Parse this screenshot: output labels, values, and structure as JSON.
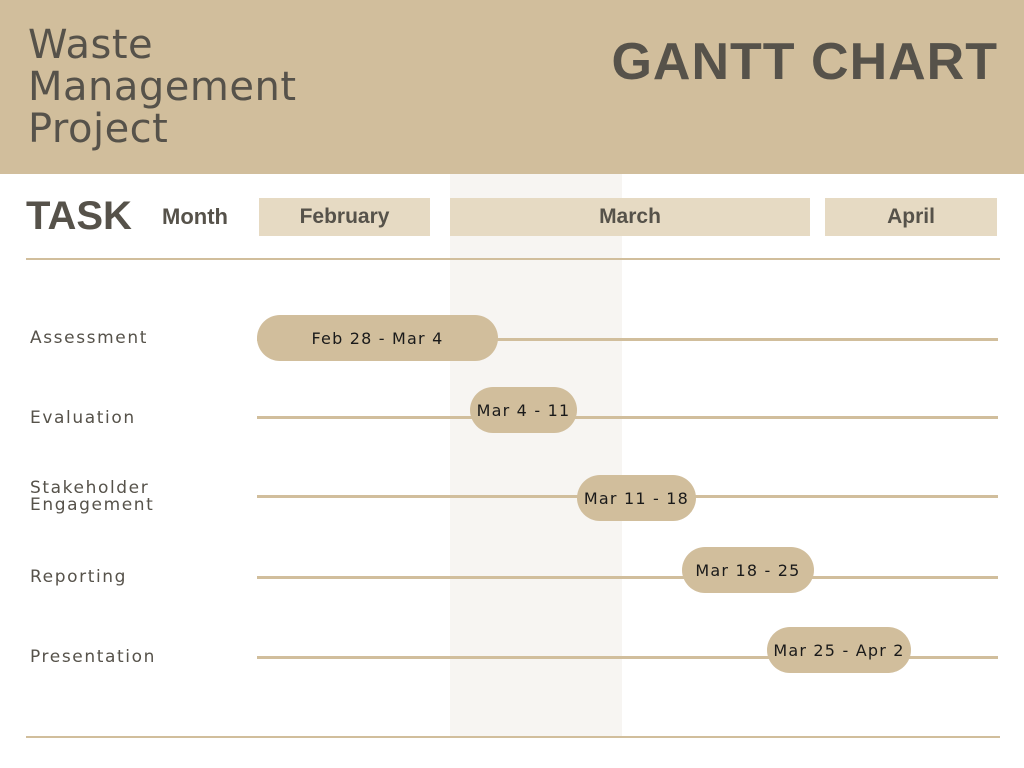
{
  "header": {
    "project_title": "Waste\nManagement\nProject",
    "chart_title": "GANTT CHART"
  },
  "columns": {
    "task_label": "TASK",
    "month_label": "Month",
    "months": [
      "February",
      "March",
      "April"
    ]
  },
  "colors": {
    "accent": "#d1be9c",
    "month_box": "#e6dac3",
    "text": "#56524a",
    "shade": "#f7f5f2"
  },
  "chart_data": {
    "type": "gantt",
    "title": "GANTT CHART",
    "months": [
      "February",
      "March",
      "April"
    ],
    "tasks": [
      {
        "name": "Assessment",
        "range_label": "Feb 28 - Mar 4",
        "start": "Feb 28",
        "end": "Mar 4"
      },
      {
        "name": "Evaluation",
        "range_label": "Mar 4 - 11",
        "start": "Mar 4",
        "end": "Mar 11"
      },
      {
        "name": "Stakeholder\nEngagement",
        "range_label": "Mar 11 - 18",
        "start": "Mar 11",
        "end": "Mar 18"
      },
      {
        "name": "Reporting",
        "range_label": "Mar 18 - 25",
        "start": "Mar 18",
        "end": "Mar 25"
      },
      {
        "name": "Presentation",
        "range_label": "Mar 25 - Apr 2",
        "start": "Mar 25",
        "end": "Apr 2"
      }
    ]
  }
}
